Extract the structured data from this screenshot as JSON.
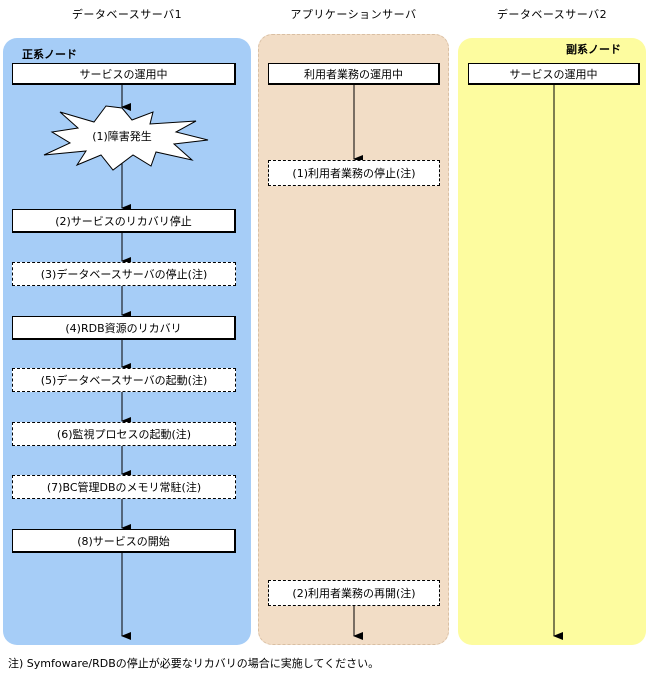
{
  "columns": {
    "left_title": "データベースサーバ1",
    "middle_title": "アプリケーションサーバ",
    "right_title": "データベースサーバ2"
  },
  "lanes": {
    "primary_label": "正系ノード",
    "secondary_label": "副系ノード"
  },
  "left_steps": {
    "service_running": "サービスの運用中",
    "failure": "(1)障害発生",
    "step2": "(2)サービスのリカバリ停止",
    "step3": "(3)データベースサーバの停止(注)",
    "step4": "(4)RDB資源のリカバリ",
    "step5": "(5)データベースサーバの起動(注)",
    "step6": "(6)監視プロセスの起動(注)",
    "step7": "(7)BC管理DBのメモリ常駐(注)",
    "step8": "(8)サービスの開始"
  },
  "middle_steps": {
    "business_running": "利用者業務の運用中",
    "stop": "(1)利用者業務の停止(注)",
    "resume": "(2)利用者業務の再開(注)"
  },
  "right_steps": {
    "service_running": "サービスの運用中"
  },
  "footnote": "注) Symfoware/RDBの停止が必要なリカバリの場合に実施してください。"
}
